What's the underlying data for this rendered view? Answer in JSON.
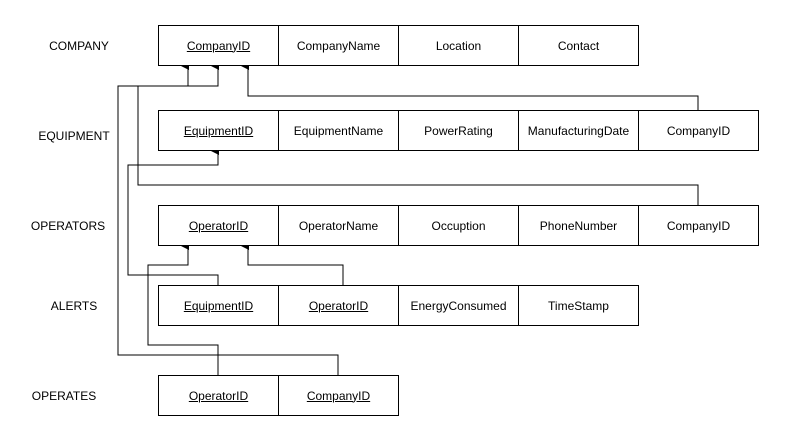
{
  "entities": [
    {
      "name": "COMPANY",
      "fields": [
        {
          "label": "CompanyID",
          "key": true
        },
        {
          "label": "CompanyName",
          "key": false
        },
        {
          "label": "Location",
          "key": false
        },
        {
          "label": "Contact",
          "key": false
        }
      ]
    },
    {
      "name": "EQUIPMENT",
      "fields": [
        {
          "label": "EquipmentID",
          "key": true
        },
        {
          "label": "EquipmentName",
          "key": false
        },
        {
          "label": "PowerRating",
          "key": false
        },
        {
          "label": "ManufacturingDate",
          "key": false
        },
        {
          "label": "CompanyID",
          "key": false
        }
      ]
    },
    {
      "name": "OPERATORS",
      "fields": [
        {
          "label": "OperatorID",
          "key": true
        },
        {
          "label": "OperatorName",
          "key": false
        },
        {
          "label": "Occuption",
          "key": false
        },
        {
          "label": "PhoneNumber",
          "key": false
        },
        {
          "label": "CompanyID",
          "key": false
        }
      ]
    },
    {
      "name": "ALERTS",
      "fields": [
        {
          "label": "EquipmentID",
          "key": true
        },
        {
          "label": "OperatorID",
          "key": true
        },
        {
          "label": "EnergyConsumed",
          "key": false
        },
        {
          "label": "TimeStamp",
          "key": false
        }
      ]
    },
    {
      "name": "OPERATES",
      "fields": [
        {
          "label": "OperatorID",
          "key": true
        },
        {
          "label": "CompanyID",
          "key": true
        }
      ]
    }
  ],
  "relationships": [
    {
      "from": "EQUIPMENT.CompanyID",
      "to": "COMPANY.CompanyID"
    },
    {
      "from": "OPERATORS.CompanyID",
      "to": "COMPANY.CompanyID"
    },
    {
      "from": "OPERATES.CompanyID",
      "to": "COMPANY.CompanyID"
    },
    {
      "from": "ALERTS.EquipmentID",
      "to": "EQUIPMENT.EquipmentID"
    },
    {
      "from": "ALERTS.OperatorID",
      "to": "OPERATORS.OperatorID"
    },
    {
      "from": "OPERATES.OperatorID",
      "to": "OPERATORS.OperatorID"
    }
  ]
}
